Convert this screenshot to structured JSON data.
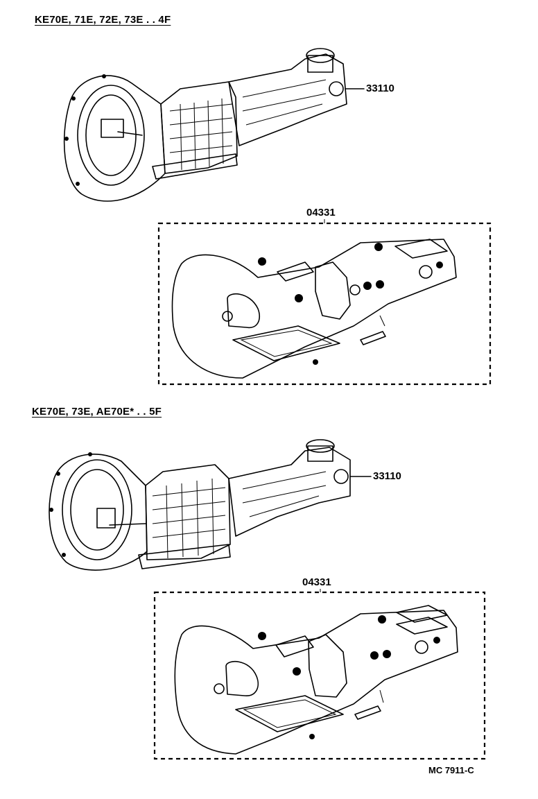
{
  "sections": [
    {
      "title": "KE70E, 71E, 72E, 73E . . 4F",
      "transmission_part": "33110",
      "gasket_kit_part": "04331"
    },
    {
      "title": "KE70E, 73E, AE70E* . . 5F",
      "transmission_part": "33110",
      "gasket_kit_part": "04331"
    }
  ],
  "figure_code": "MC 7911-C"
}
